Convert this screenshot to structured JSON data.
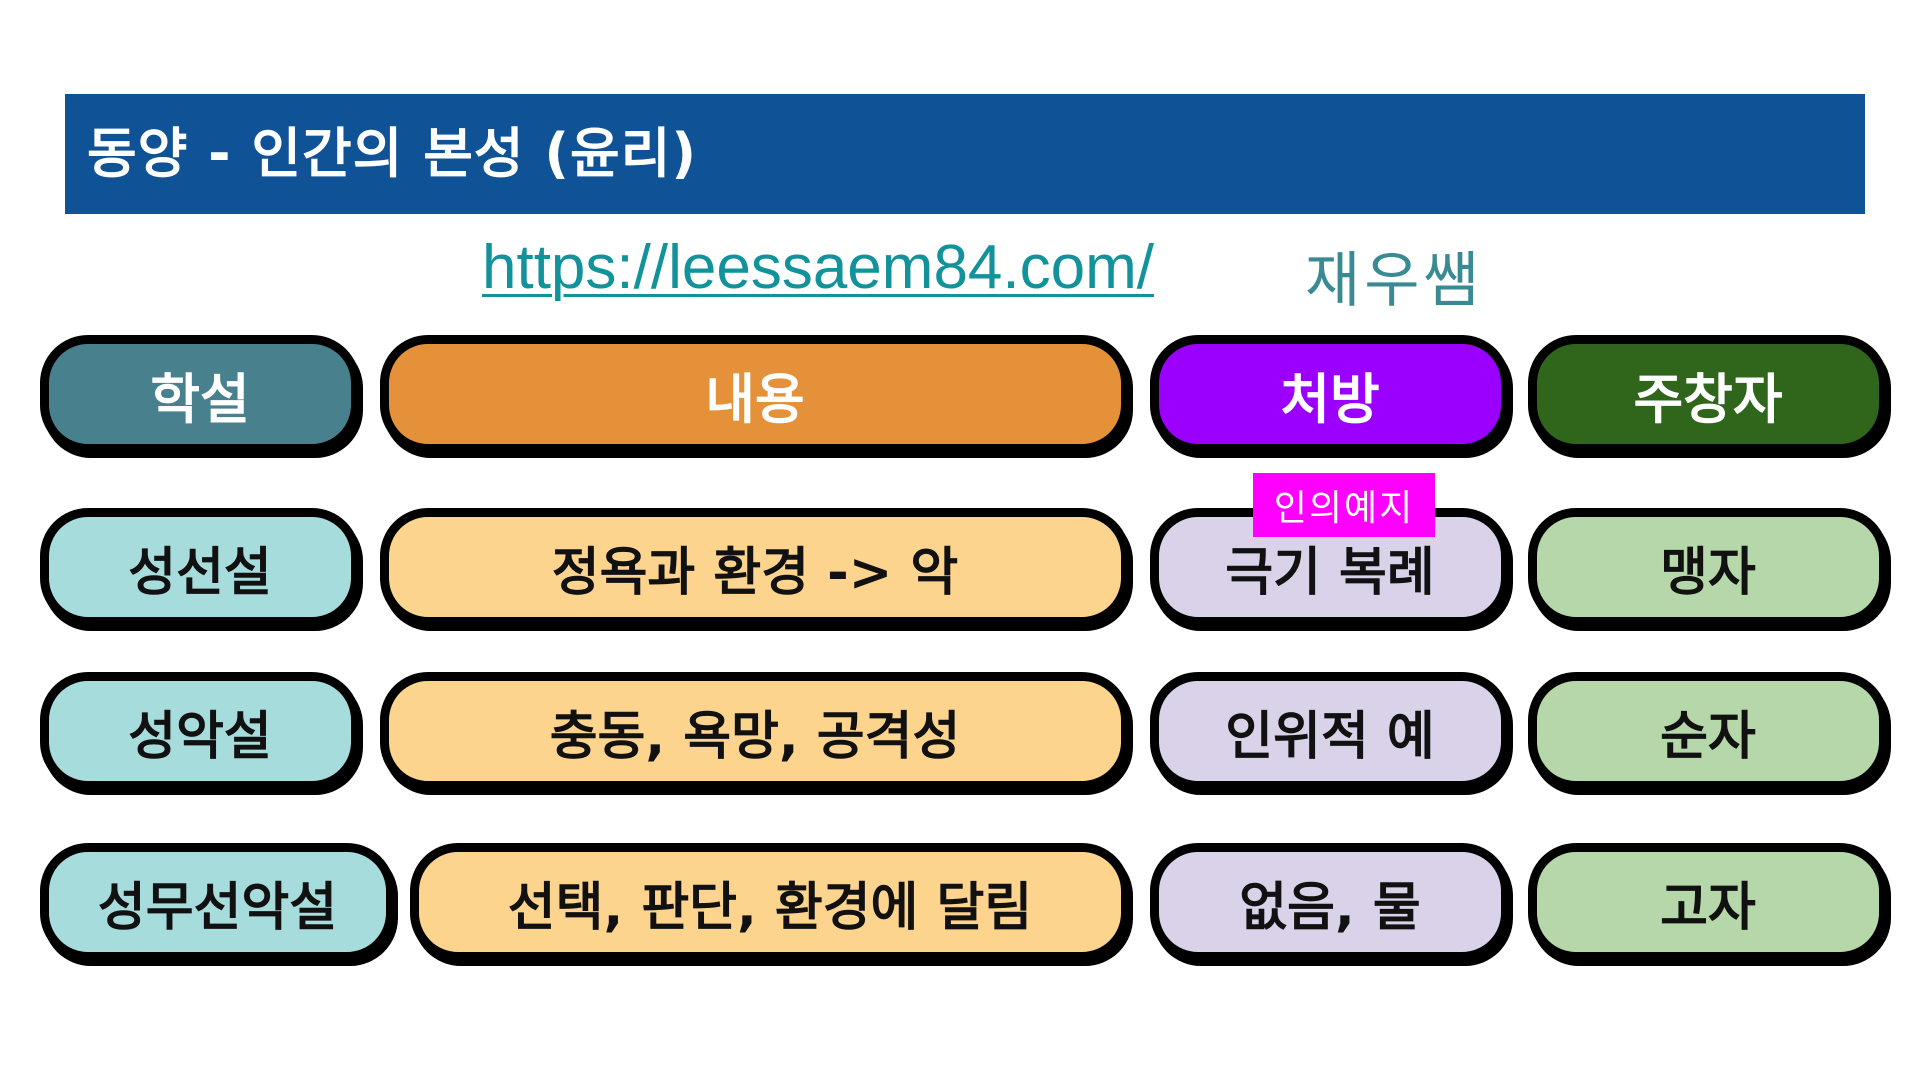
{
  "title": "동양 - 인간의 본성 (윤리)",
  "link": "https://leessaem84.com/",
  "author": "재우쌤",
  "colors": {
    "title_bar": "#0f5396",
    "header_col1": "#48808e",
    "header_col2": "#e5913a",
    "header_col3": "#9b00ff",
    "header_col4": "#2f661c",
    "tag": "#ff00ff"
  },
  "headers": [
    "학설",
    "내용",
    "처방",
    "주창자"
  ],
  "rows": [
    {
      "theory": "성선설",
      "content": "정욕과 환경 -> 악",
      "prescription": "극기 복례",
      "proponent": "맹자"
    },
    {
      "theory": "성악설",
      "content": "충동, 욕망, 공격성",
      "prescription": "인위적 예",
      "proponent": "순자"
    },
    {
      "theory": "성무선악설",
      "content": "선택, 판단, 환경에 달림",
      "prescription": "없음, 물",
      "proponent": "고자"
    }
  ],
  "tag": "인의예지"
}
